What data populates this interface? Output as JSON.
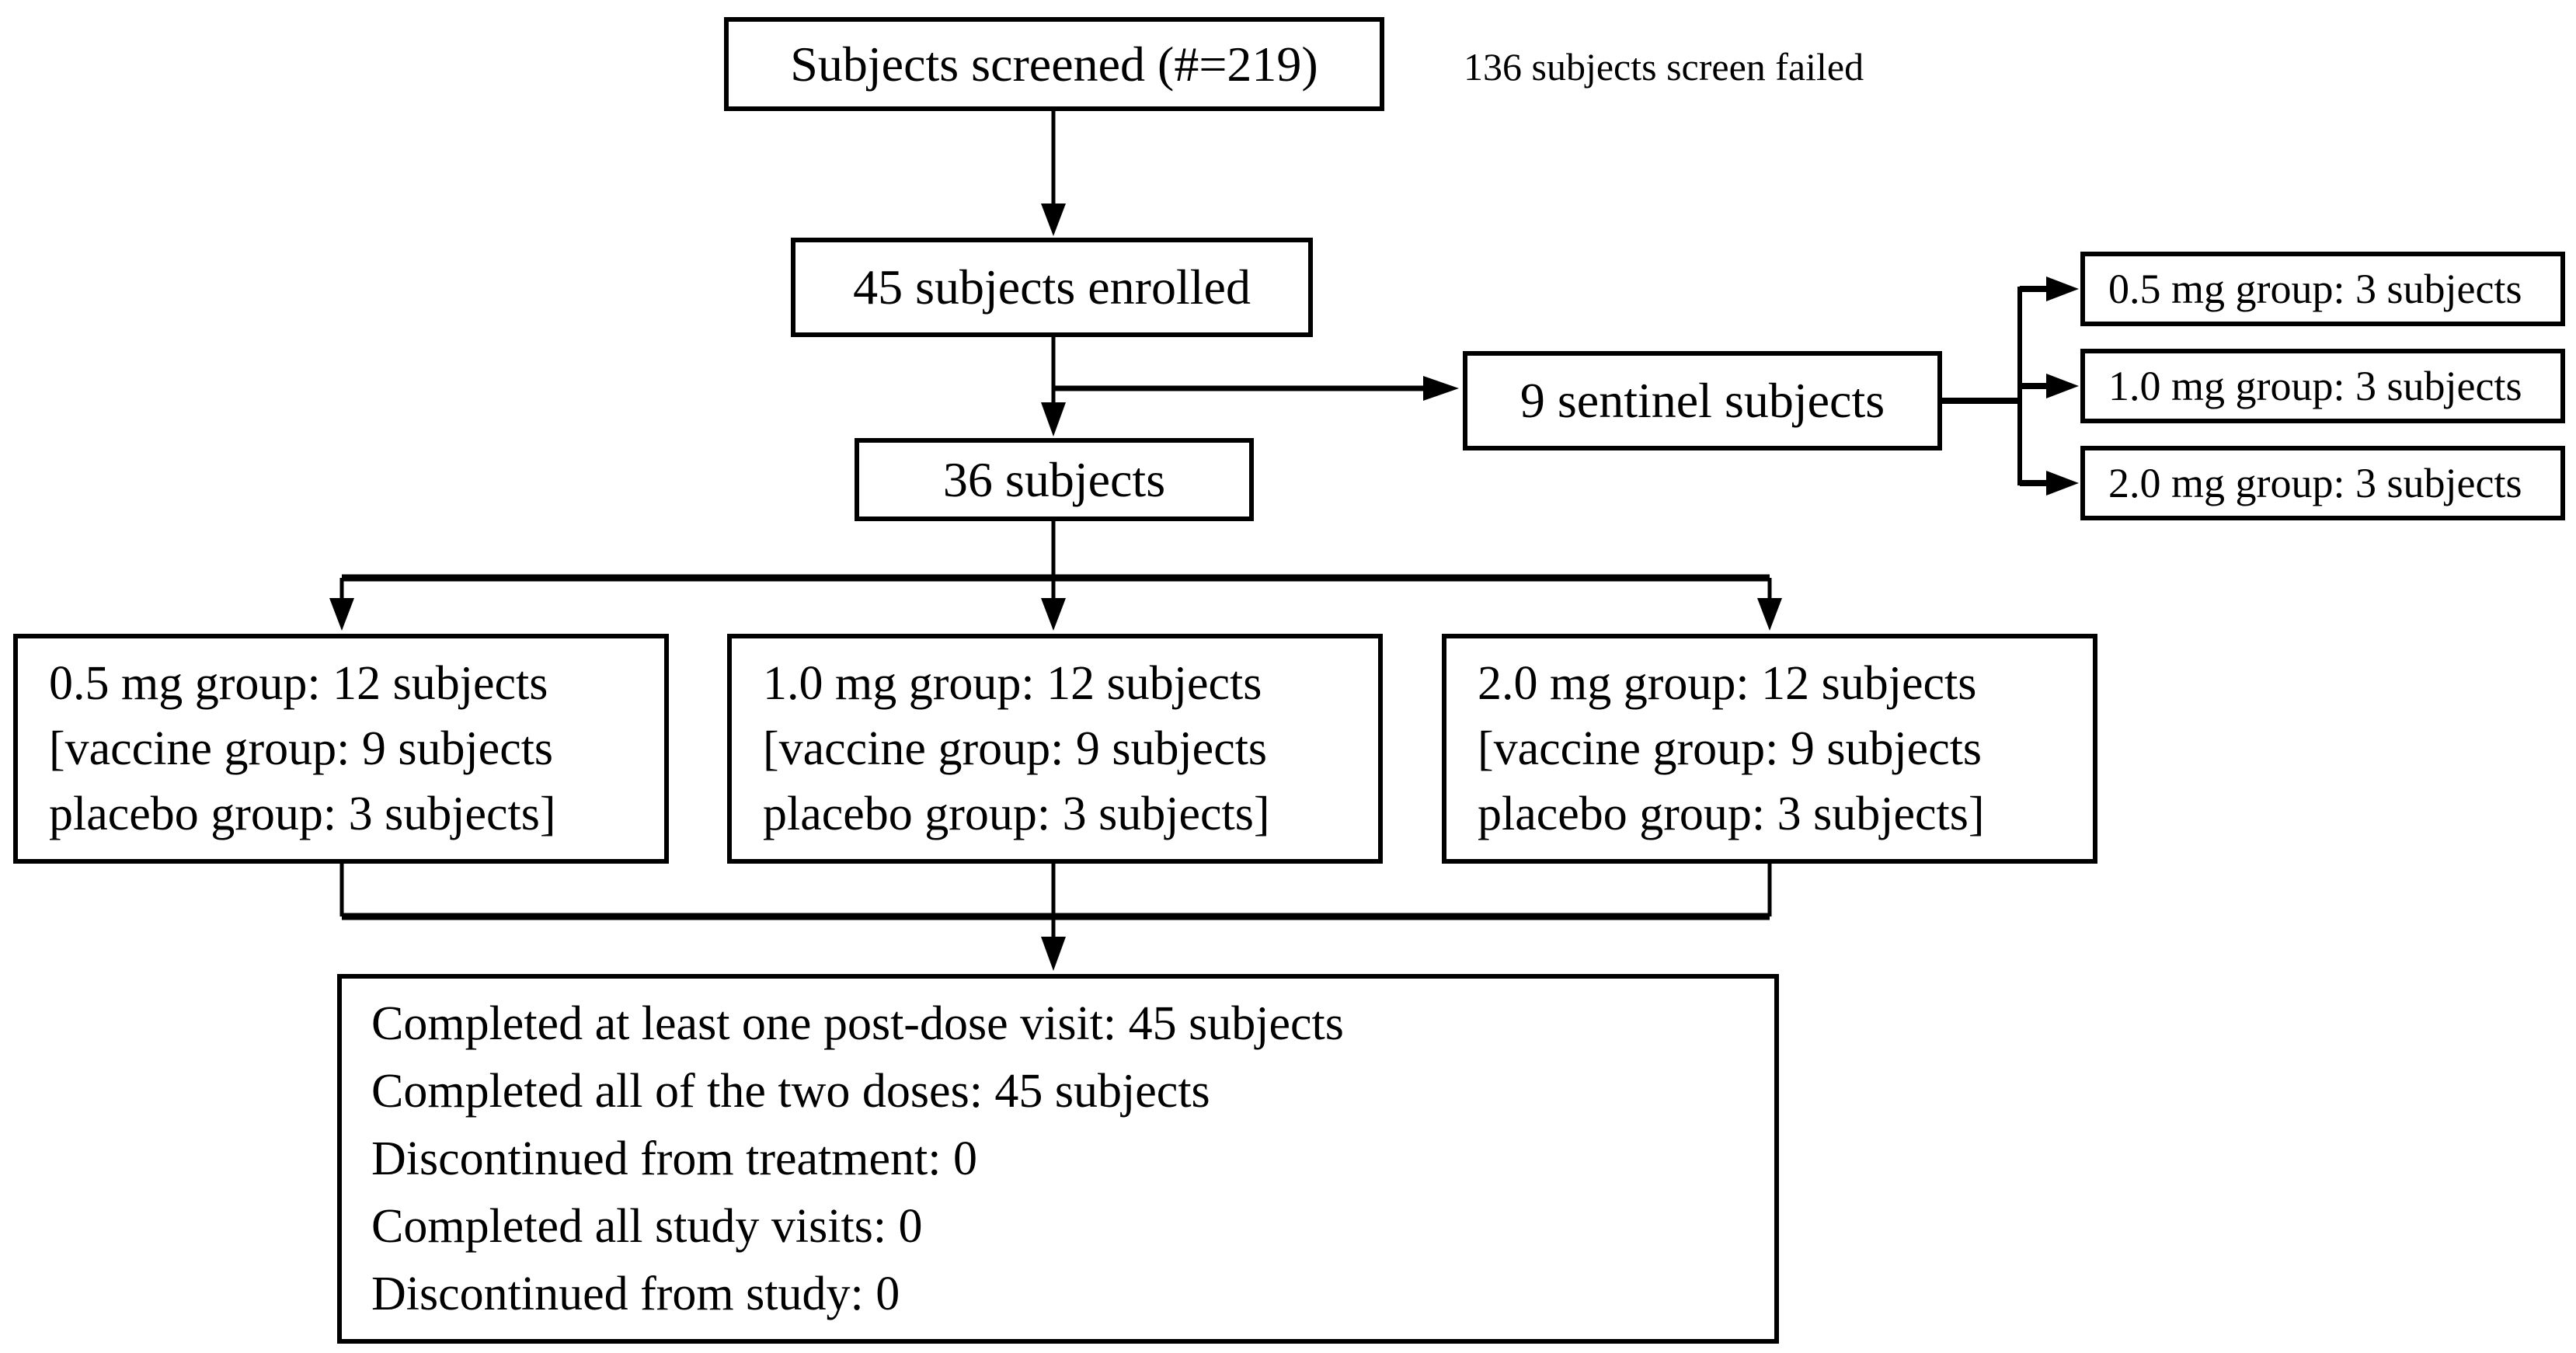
{
  "diagram": {
    "colors": {
      "line": "#000000",
      "background": "#ffffff",
      "text": "#000000"
    },
    "nodes": {
      "screened": "Subjects screened (#=219)",
      "screen_failed_note": "136 subjects screen failed",
      "enrolled": "45 subjects enrolled",
      "sentinel": "9 sentinel subjects",
      "sentinel_groups": [
        "0.5 mg group: 3 subjects",
        "1.0 mg group: 3 subjects",
        "2.0 mg group: 3 subjects"
      ],
      "randomized": "36 subjects",
      "dose_groups": [
        {
          "lines": [
            "0.5 mg group: 12 subjects",
            "[vaccine group: 9 subjects",
            "placebo group: 3 subjects]"
          ]
        },
        {
          "lines": [
            "1.0 mg group: 12 subjects",
            "[vaccine group: 9 subjects",
            "placebo group: 3 subjects]"
          ]
        },
        {
          "lines": [
            "2.0 mg group: 12 subjects",
            "[vaccine group: 9 subjects",
            "placebo group: 3 subjects]"
          ]
        }
      ],
      "completion": {
        "lines": [
          "Completed at least one post-dose visit: 45 subjects",
          "Completed all of the two doses: 45 subjects",
          "Discontinued from treatment: 0",
          "Completed all study visits: 0",
          "Discontinued from study: 0"
        ]
      }
    }
  }
}
